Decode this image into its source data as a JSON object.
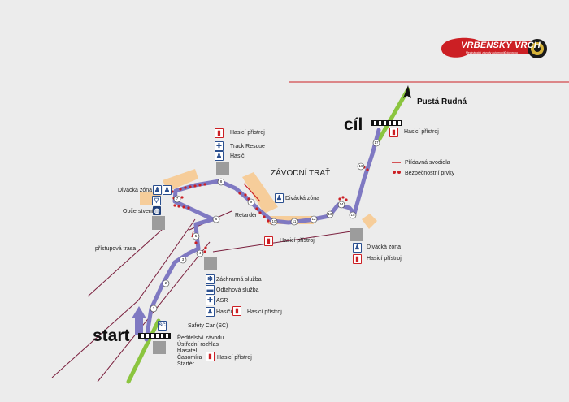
{
  "logo": {
    "title": "VRBENSKÝ VRCH",
    "subtitle": "Mezinárodní závody automobilů do vrchu"
  },
  "labels": {
    "start": "start",
    "finish": "cíl",
    "destination": "Pustá Rudná",
    "track": "ZÁVODNÍ TRAŤ",
    "access_road": "přístupová trasa",
    "retarder": "Retardér",
    "safety_car": "Safety Car (SC)",
    "sc_badge": "SC"
  },
  "legend": {
    "barrier": "Přídavná svodidla",
    "safety": "Bezpečnostní prvky"
  },
  "points": {
    "top": {
      "extinguisher": "Hasicí přístroj",
      "rescue": "Track Rescue",
      "firefighters": "Hasiči"
    },
    "left": {
      "spectator": "Divácká zóna",
      "refreshment": "Občerstvení"
    },
    "middle": {
      "spectator": "Divácká zóna",
      "extinguisher": "Hasicí přístroj"
    },
    "finish": {
      "extinguisher": "Hasicí přístroj"
    },
    "right": {
      "spectator": "Divácká zóna",
      "extinguisher": "Hasicí přístroj"
    },
    "lower": {
      "ambulance": "Záchranná služba",
      "towing": "Odtahová služba",
      "asr": "ASR",
      "firefighters": "Hasiči",
      "extinguisher": "Hasicí přístroj"
    },
    "start": {
      "lines": [
        "Ředitelství závodu",
        "Ústřední rozhlas",
        "hlasatel",
        "Časomíra",
        "Startér"
      ],
      "extinguisher": "Hasicí přístroj"
    }
  },
  "km_markers": [
    "1",
    "2",
    "3",
    "4",
    "5",
    "6",
    "7",
    "8",
    "9",
    "10",
    "11",
    "12",
    "13",
    "14",
    "15",
    "16",
    "17"
  ],
  "colors": {
    "track": "#7f79c2",
    "road": "#8bc53f",
    "red": "#cc1f24",
    "spectator": "#f6cd9a",
    "parking": "#9c9c9c"
  }
}
